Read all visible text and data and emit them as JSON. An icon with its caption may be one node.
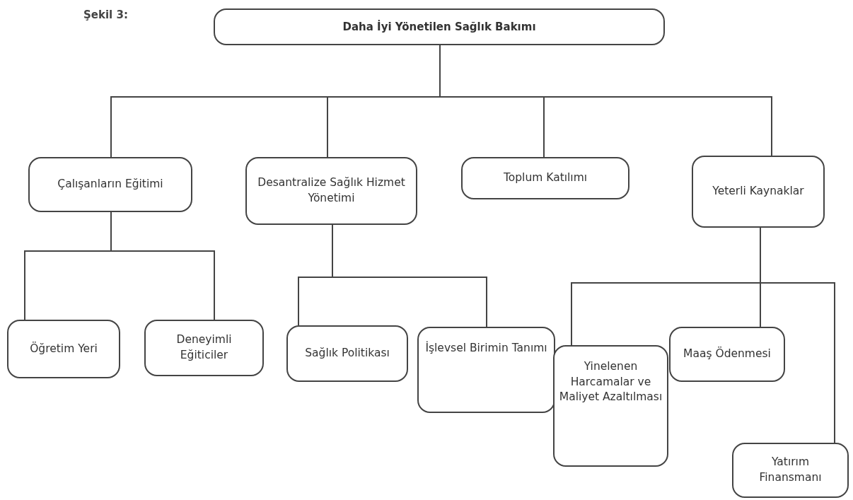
{
  "diagram": {
    "title": "Şekil 3:",
    "nodes": [
      {
        "text": [
          "Daha İyi Yönetilen Sağlık Bakımı"
        ]
      },
      {
        "text": [
          "Çalışanların Eğitimi"
        ]
      },
      {
        "text": [
          "Desantralize Sağlık Hizmet Yönetimi"
        ]
      },
      {
        "text": [
          "Toplum Katılımı"
        ]
      },
      {
        "text": [
          "Yeterli Kaynaklar"
        ]
      },
      {
        "text": [
          "Öğretim Yeri"
        ]
      },
      {
        "text": [
          "Deneyimli Eğiticiler"
        ]
      },
      {
        "text": [
          "Sağlık Politikası"
        ]
      },
      {
        "text": [
          "İşlevsel Birimin Tanımı"
        ]
      },
      {
        "text": [
          "Yinelenen Harcamalar ve Maliyet Azaltılması"
        ]
      },
      {
        "text": [
          "Maaş Ödenmesi"
        ]
      },
      {
        "text": [
          "Yatırım Finansmanı"
        ]
      }
    ],
    "edges": [
      {
        "from": 0,
        "to": 1,
        "arrow": "none"
      },
      {
        "from": 0,
        "to": 2,
        "arrow": "none"
      },
      {
        "from": 0,
        "to": 3,
        "arrow": "none"
      },
      {
        "from": 0,
        "to": 4,
        "arrow": "none"
      },
      {
        "from": 1,
        "to": 5,
        "arrow": "none"
      },
      {
        "from": 1,
        "to": 6,
        "arrow": "none"
      },
      {
        "from": 2,
        "to": 7,
        "arrow": "none"
      },
      {
        "from": 2,
        "to": 8,
        "arrow": "none"
      },
      {
        "from": 4,
        "to": 9,
        "arrow": "none"
      },
      {
        "from": 4,
        "to": 10,
        "arrow": "none"
      },
      {
        "from": 4,
        "to": 11,
        "arrow": "none"
      }
    ]
  }
}
